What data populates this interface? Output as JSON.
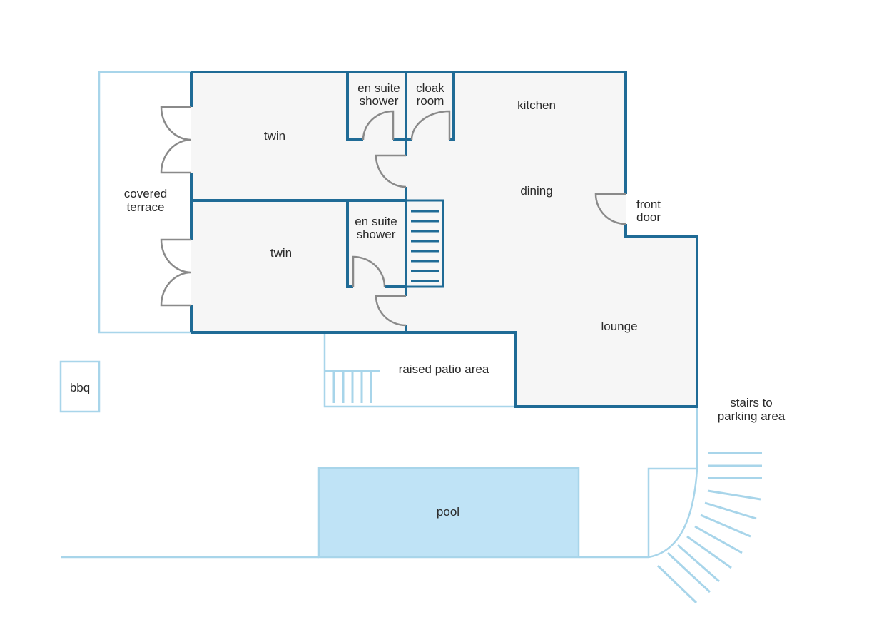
{
  "labels": {
    "twin_top": "twin",
    "twin_bottom": "twin",
    "ensuite_top_1": "en suite",
    "ensuite_top_2": "shower",
    "ensuite_bottom_1": "en suite",
    "ensuite_bottom_2": "shower",
    "cloak_1": "cloak",
    "cloak_2": "room",
    "kitchen": "kitchen",
    "dining": "dining",
    "front_door_1": "front",
    "front_door_2": "door",
    "covered_terrace_1": "covered",
    "covered_terrace_2": "terrace",
    "lounge": "lounge",
    "raised_patio": "raised patio area",
    "bbq": "bbq",
    "stairs_parking_1": "stairs to",
    "stairs_parking_2": "parking area",
    "pool": "pool"
  },
  "colors": {
    "wall": "#1f6b96",
    "outline": "#a8d5ea",
    "room_fill": "#f6f6f6",
    "pool_fill": "#bfe3f6",
    "door": "#8a8a8a"
  }
}
